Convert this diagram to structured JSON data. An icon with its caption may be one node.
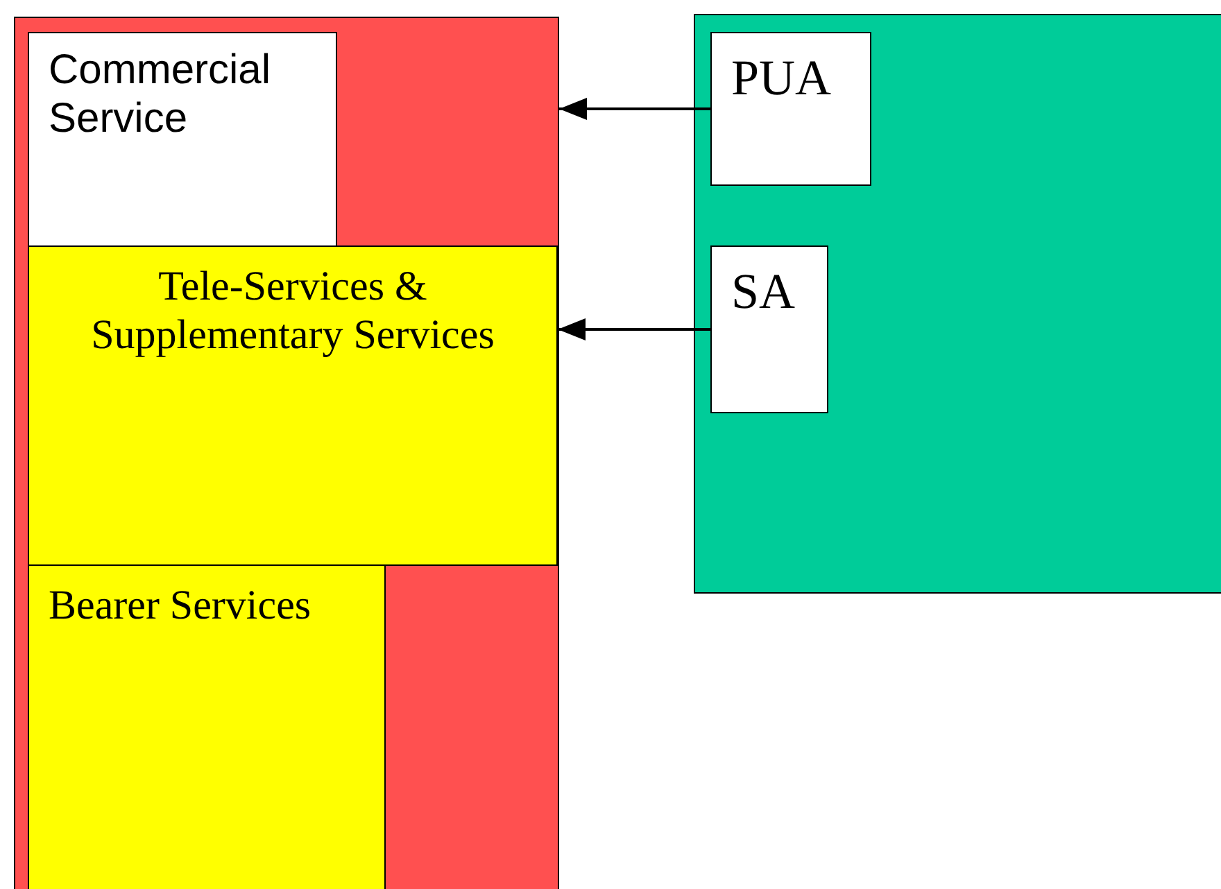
{
  "diagram": {
    "nodes": [
      {
        "text": [],
        "shape": "box"
      },
      {
        "text": [
          "Commercial Service"
        ],
        "in": 0
      },
      {
        "text": [
          "Tele-Services & Supplementary Services"
        ],
        "in": 0
      },
      {
        "text": [
          "Bearer Services"
        ],
        "in": 0
      },
      {
        "text": [],
        "shape": "box"
      },
      {
        "text": [
          "PUA"
        ],
        "in": 4
      },
      {
        "text": [
          "SA"
        ],
        "in": 4
      }
    ],
    "edges": [
      {
        "from": 5,
        "to": 0,
        "arrow": "to"
      },
      {
        "from": 6,
        "to": 2,
        "arrow": "to"
      }
    ]
  }
}
